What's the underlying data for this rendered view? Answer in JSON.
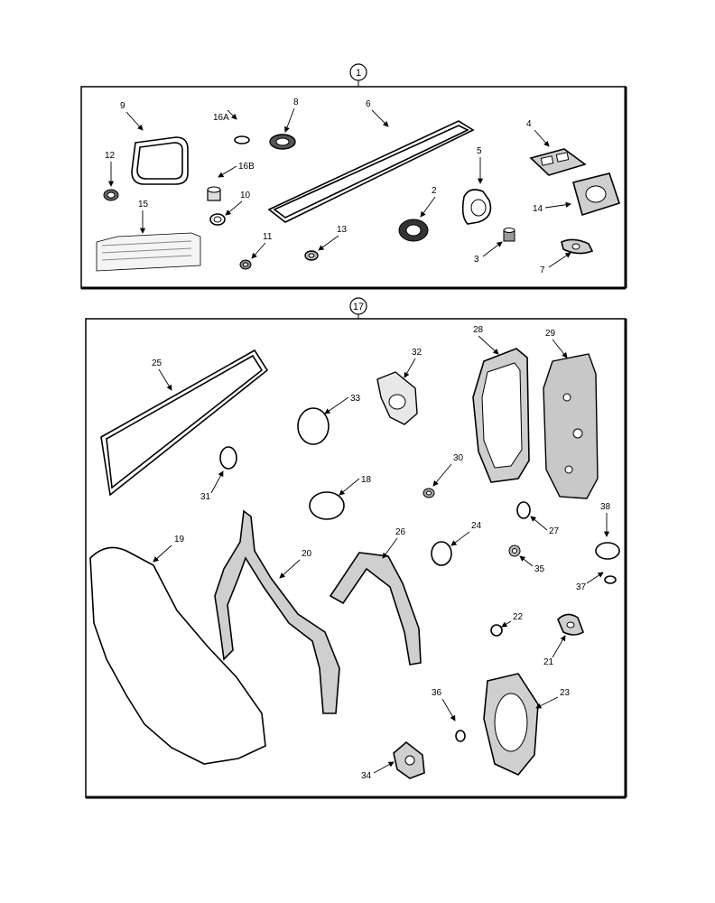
{
  "callouts": {
    "top": "1",
    "bottom": "17"
  },
  "top_labels": {
    "p9": "9",
    "p16a": "16A",
    "p8": "8",
    "p6": "6",
    "p4": "4",
    "p12": "12",
    "p16b": "16B",
    "p5": "5",
    "p10": "10",
    "p2": "2",
    "p15": "15",
    "p14": "14",
    "p11": "11",
    "p13": "13",
    "p3": "3",
    "p7": "7"
  },
  "bottom_labels": {
    "p25": "25",
    "p32": "32",
    "p28": "28",
    "p29": "29",
    "p33": "33",
    "p31": "31",
    "p30": "30",
    "p18": "18",
    "p38": "38",
    "p27": "27",
    "p19": "19",
    "p20": "20",
    "p26": "26",
    "p24": "24",
    "p35": "35",
    "p37": "37",
    "p22": "22",
    "p21": "21",
    "p36": "36",
    "p23": "23",
    "p34": "34"
  }
}
